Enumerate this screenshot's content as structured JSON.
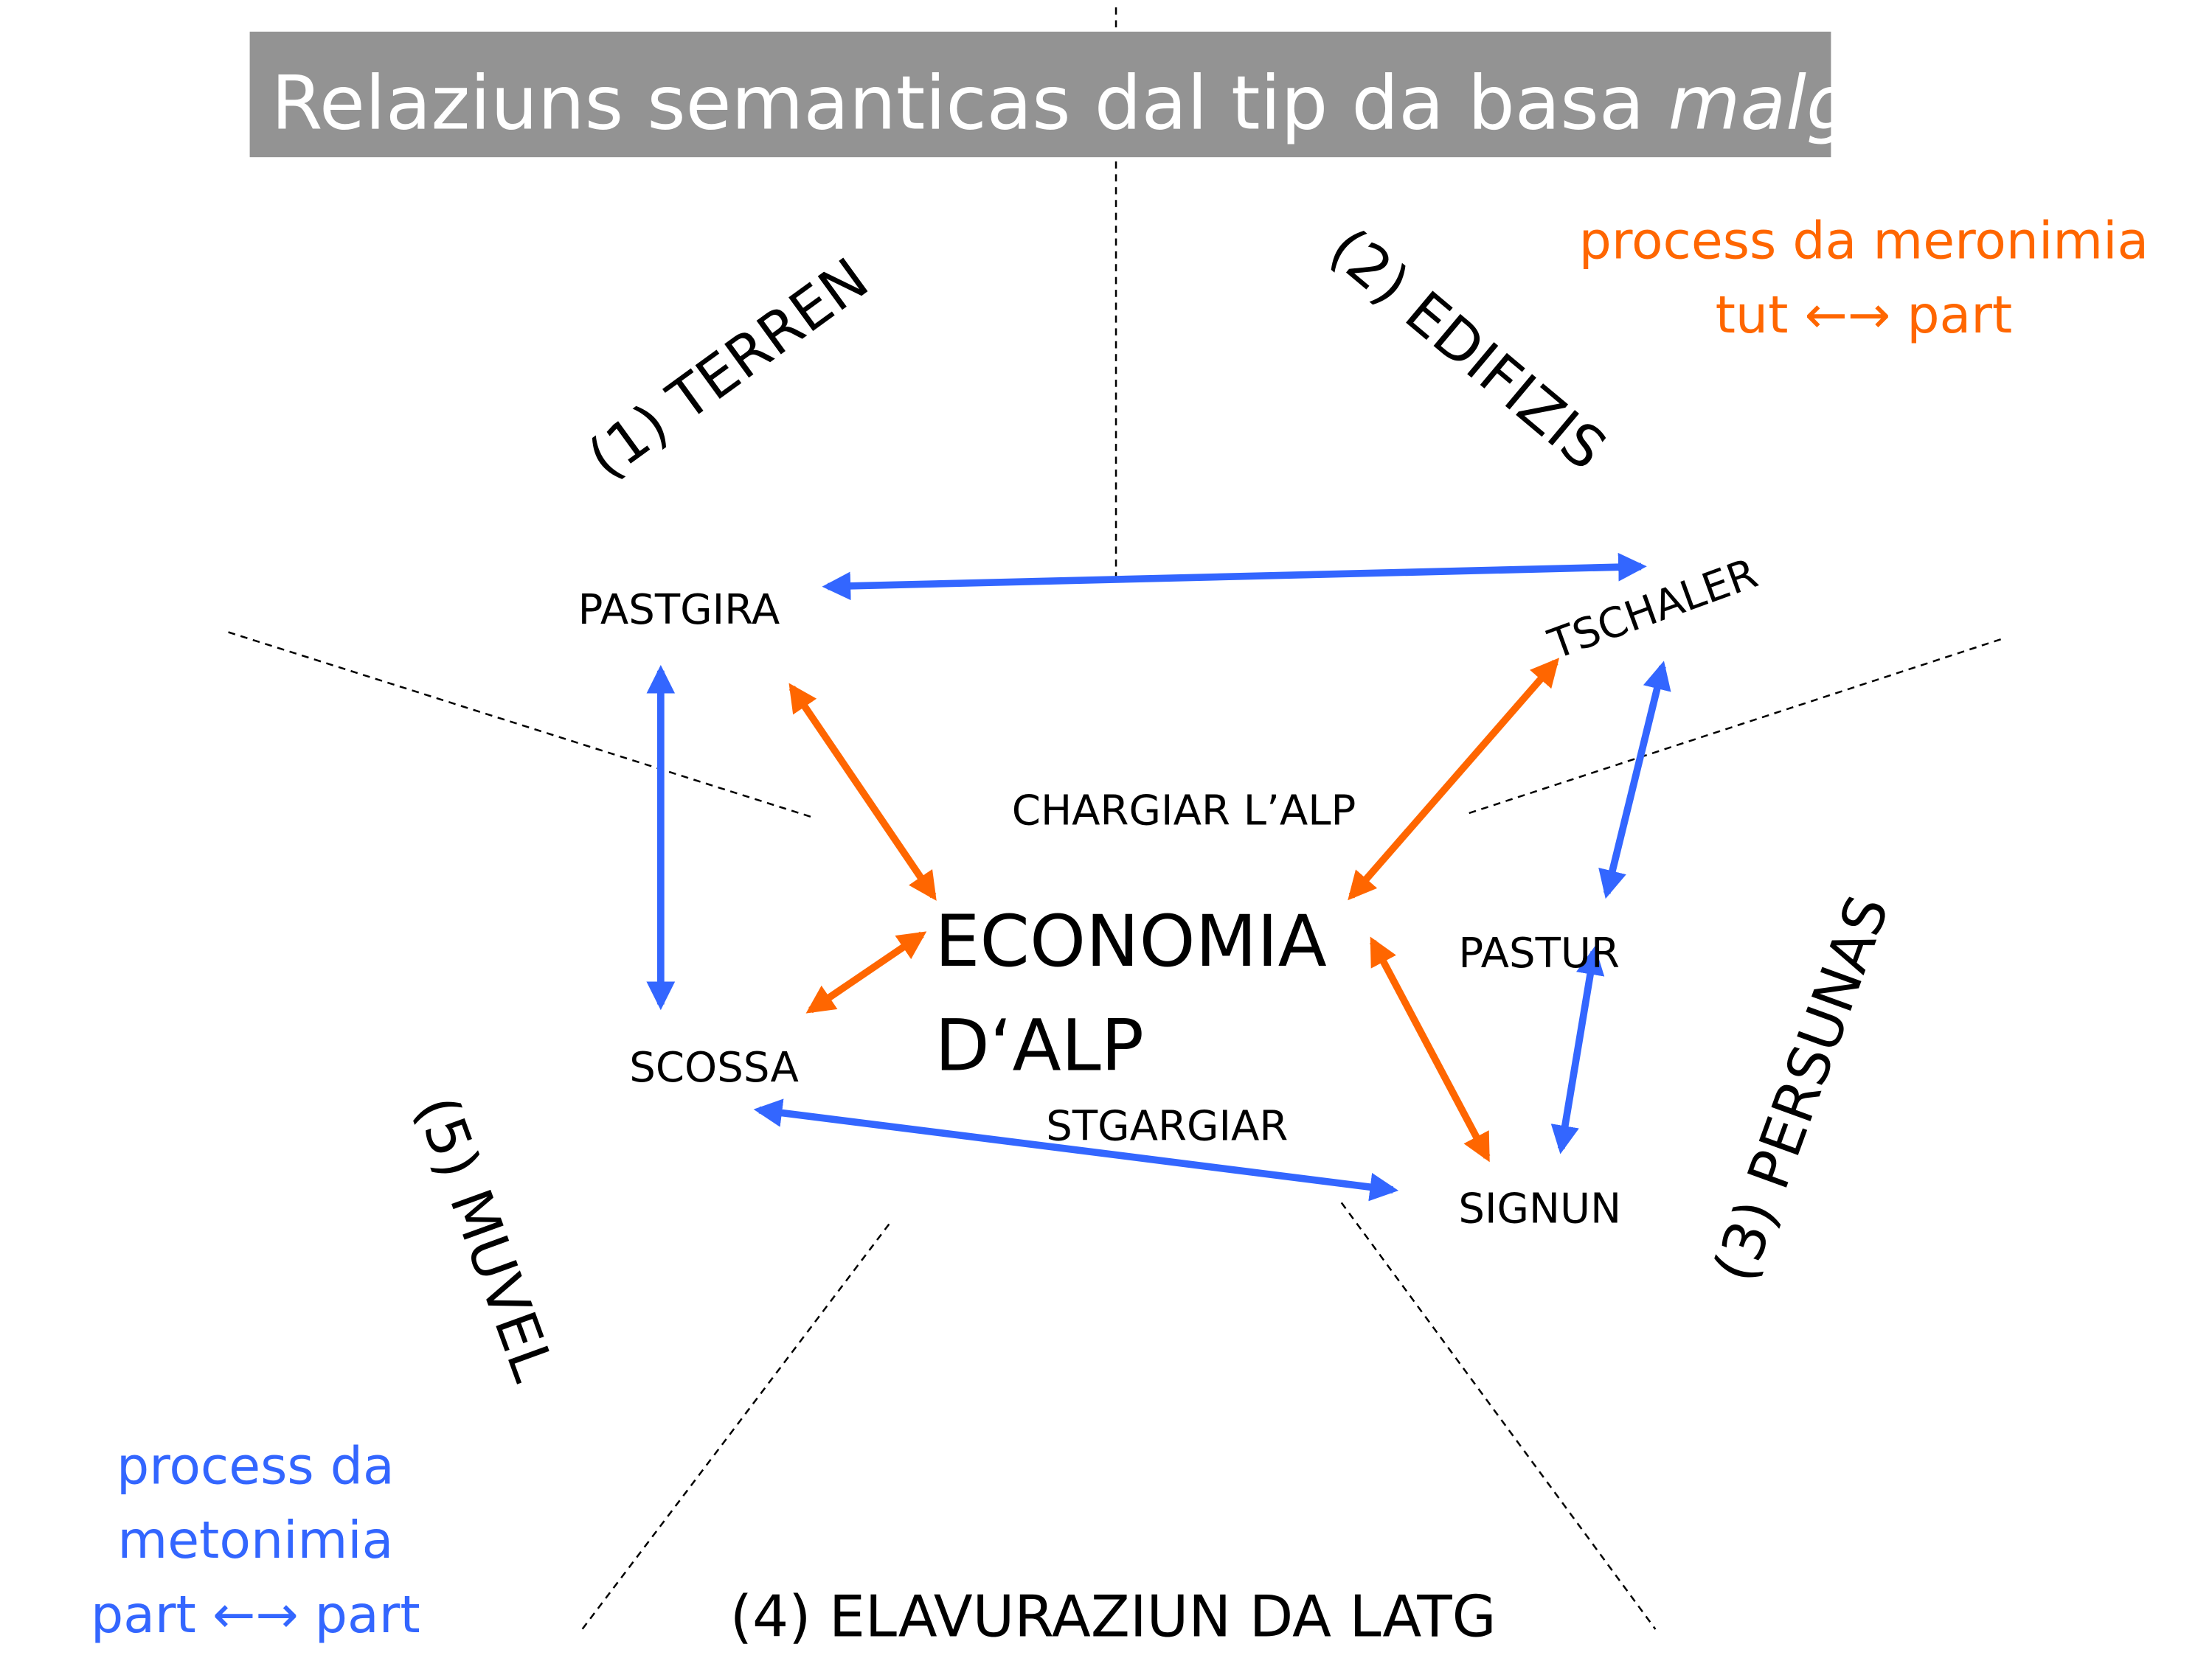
{
  "title": {
    "text": "Relaziuns semanticas dal tip da basa ",
    "emphasis": "malga"
  },
  "center": {
    "line1": "ECONOMIA",
    "line2": "D‘ALP"
  },
  "nodes": {
    "pastgira": "PASTGIRA",
    "tschaler": "TSCHALER",
    "pastur": "PASTUR",
    "signun": "SIGNUN",
    "scossa": "SCOSSA",
    "chargiar": "CHARGIAR L’ALP",
    "stgargiar": "STGARGIAR"
  },
  "categories": {
    "terren": "(1) TERREN",
    "edifizis": "(2) EDIFIZIS",
    "persunas": "(3) PERSUNAS",
    "elavuraziun": "(4) ELAVURAZIUN DA LATG",
    "muvel": "(5) MUVEL"
  },
  "legend_meronimia": {
    "line1": "process da meronimia",
    "line2": "tut ←→ part"
  },
  "legend_metonimia": {
    "line1": "process da",
    "line2": "metonimia",
    "line3": "part ←→ part"
  },
  "colors": {
    "meronimia": "#FF6600",
    "metonimia": "#3366FF",
    "title_bg": "#939393"
  }
}
